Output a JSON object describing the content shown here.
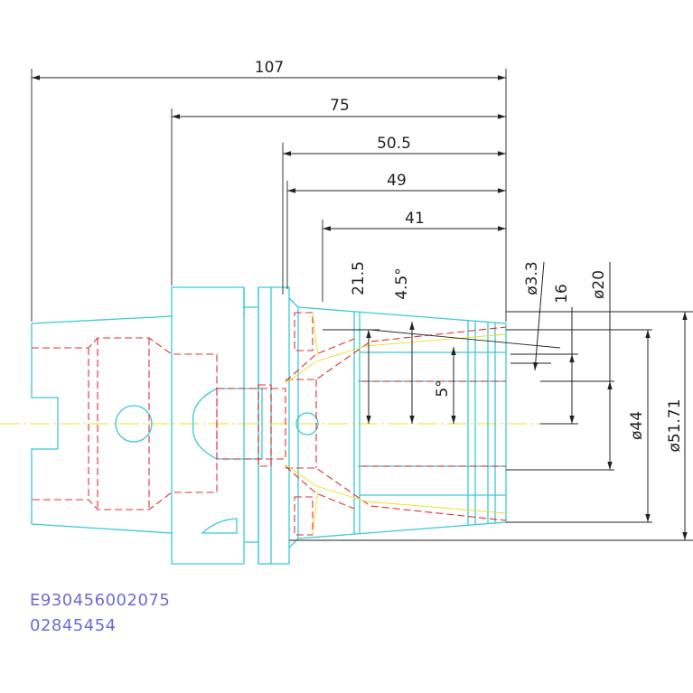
{
  "dimensions": {
    "overall_length": "107",
    "length_75": "75",
    "length_50_5": "50.5",
    "length_49": "49",
    "length_41": "41",
    "depth_21_5": "21.5",
    "angle_4_5": "4.5°",
    "angle_5": "5°",
    "dia_3_3": "ø3.3",
    "dim_16": "16",
    "dia_20": "ø20",
    "dia_44": "ø44",
    "dia_51_71": "ø51.71"
  },
  "part_codes": {
    "line1": "E930456002075",
    "line2": "02845454"
  },
  "colors": {
    "outline": "#3cc8d8",
    "hidden": "#e03030",
    "centerline": "#e8e020",
    "dimension": "#222222",
    "code_text": "#6b6bd6"
  }
}
